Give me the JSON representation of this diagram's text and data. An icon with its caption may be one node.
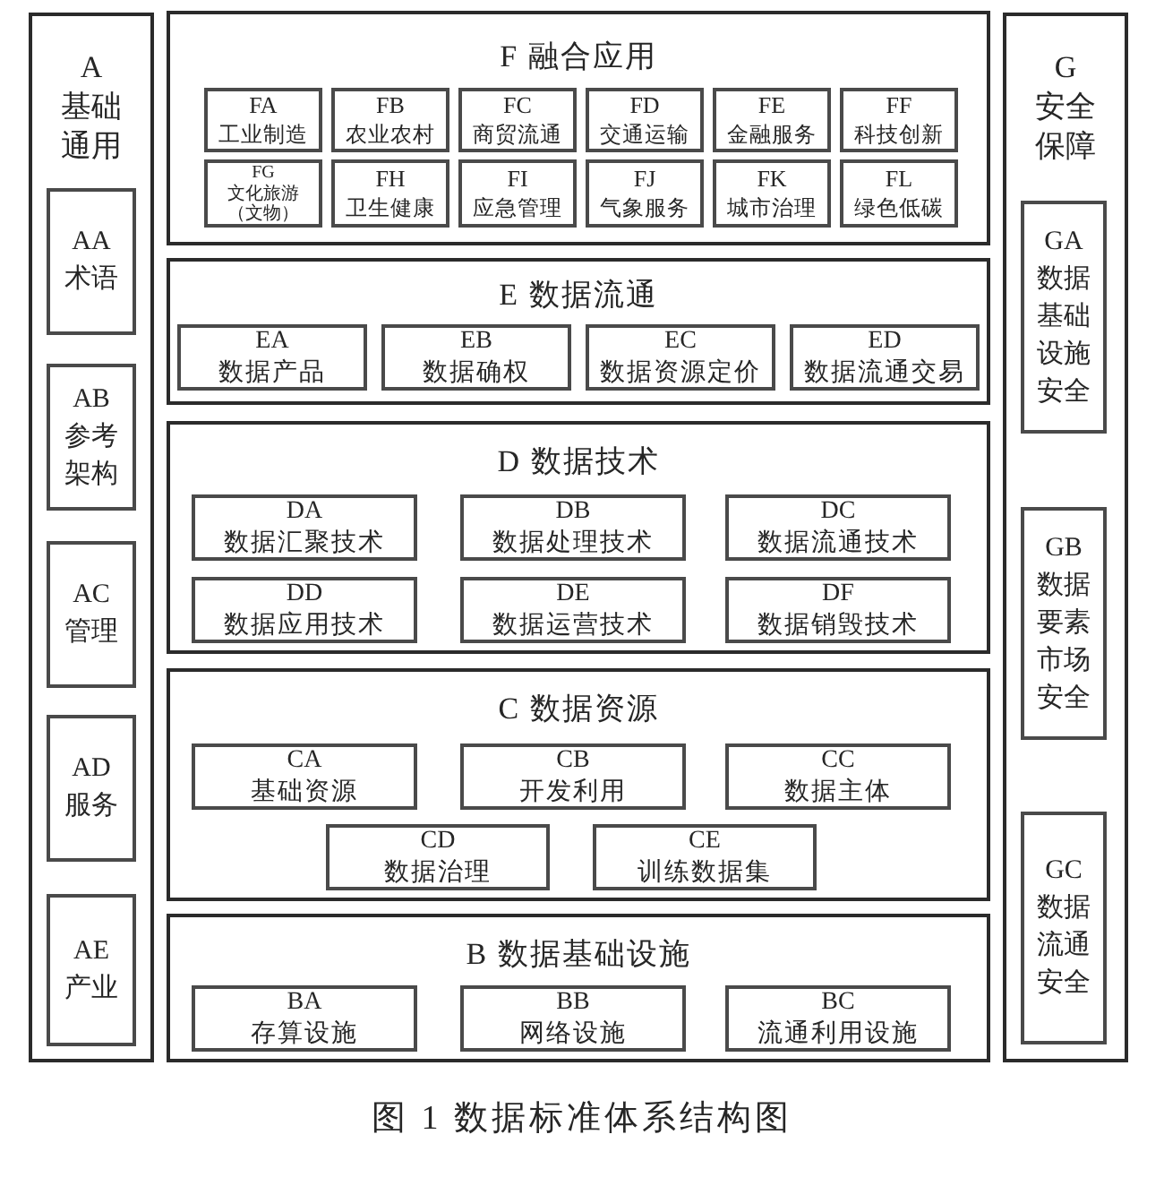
{
  "diagram": {
    "caption": "图 1 数据标准体系结构图",
    "nodes": [
      {
        "text": [
          "A",
          "基础通用"
        ]
      },
      {
        "text": [
          "AA",
          "术语"
        ],
        "in": 0
      },
      {
        "text": [
          "AB",
          "参考架构"
        ],
        "in": 0
      },
      {
        "text": [
          "AC",
          "管理"
        ],
        "in": 0
      },
      {
        "text": [
          "AD",
          "服务"
        ],
        "in": 0
      },
      {
        "text": [
          "AE",
          "产业"
        ],
        "in": 0
      },
      {
        "text": [
          "F 融合应用"
        ]
      },
      {
        "text": [
          "FA",
          "工业制造"
        ],
        "in": 6
      },
      {
        "text": [
          "FB",
          "农业农村"
        ],
        "in": 6
      },
      {
        "text": [
          "FC",
          "商贸流通"
        ],
        "in": 6
      },
      {
        "text": [
          "FD",
          "交通运输"
        ],
        "in": 6
      },
      {
        "text": [
          "FE",
          "金融服务"
        ],
        "in": 6
      },
      {
        "text": [
          "FF",
          "科技创新"
        ],
        "in": 6
      },
      {
        "text": [
          "FG",
          "文化旅游（文物）"
        ],
        "in": 6
      },
      {
        "text": [
          "FH",
          "卫生健康"
        ],
        "in": 6
      },
      {
        "text": [
          "FI",
          "应急管理"
        ],
        "in": 6
      },
      {
        "text": [
          "FJ",
          "气象服务"
        ],
        "in": 6
      },
      {
        "text": [
          "FK",
          "城市治理"
        ],
        "in": 6
      },
      {
        "text": [
          "FL",
          "绿色低碳"
        ],
        "in": 6
      },
      {
        "text": [
          "E 数据流通"
        ]
      },
      {
        "text": [
          "EA",
          "数据产品"
        ],
        "in": 19
      },
      {
        "text": [
          "EB",
          "数据确权"
        ],
        "in": 19
      },
      {
        "text": [
          "EC",
          "数据资源定价"
        ],
        "in": 19
      },
      {
        "text": [
          "ED",
          "数据流通交易"
        ],
        "in": 19
      },
      {
        "text": [
          "D 数据技术"
        ]
      },
      {
        "text": [
          "DA",
          "数据汇聚技术"
        ],
        "in": 24
      },
      {
        "text": [
          "DB",
          "数据处理技术"
        ],
        "in": 24
      },
      {
        "text": [
          "DC",
          "数据流通技术"
        ],
        "in": 24
      },
      {
        "text": [
          "DD",
          "数据应用技术"
        ],
        "in": 24
      },
      {
        "text": [
          "DE",
          "数据运营技术"
        ],
        "in": 24
      },
      {
        "text": [
          "DF",
          "数据销毁技术"
        ],
        "in": 24
      },
      {
        "text": [
          "C 数据资源"
        ]
      },
      {
        "text": [
          "CA",
          "基础资源"
        ],
        "in": 31
      },
      {
        "text": [
          "CB",
          "开发利用"
        ],
        "in": 31
      },
      {
        "text": [
          "CC",
          "数据主体"
        ],
        "in": 31
      },
      {
        "text": [
          "CD",
          "数据治理"
        ],
        "in": 31
      },
      {
        "text": [
          "CE",
          "训练数据集"
        ],
        "in": 31
      },
      {
        "text": [
          "B 数据基础设施"
        ]
      },
      {
        "text": [
          "BA",
          "存算设施"
        ],
        "in": 37
      },
      {
        "text": [
          "BB",
          "网络设施"
        ],
        "in": 37
      },
      {
        "text": [
          "BC",
          "流通利用设施"
        ],
        "in": 37
      },
      {
        "text": [
          "G",
          "安全保障"
        ]
      },
      {
        "text": [
          "GA",
          "数据基础设施安全"
        ],
        "in": 41
      },
      {
        "text": [
          "GB",
          "数据要素市场安全"
        ],
        "in": 41
      },
      {
        "text": [
          "GC",
          "数据流通安全"
        ],
        "in": 41
      }
    ]
  }
}
